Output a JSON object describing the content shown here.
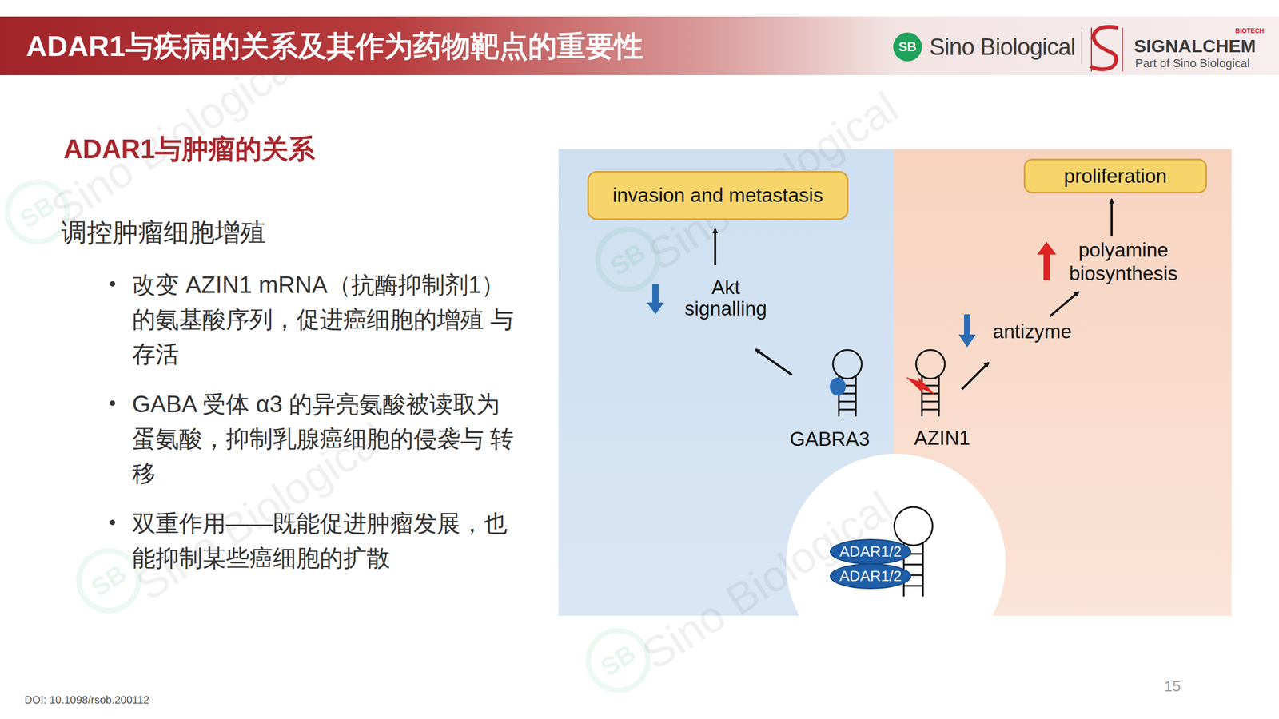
{
  "diagram": {
    "title": "ADAR1与疾病的关系及其作为药物靶点的重要性",
    "nodes": [
      {
        "text": [
          "invasion and metastasis"
        ]
      },
      {
        "text": [
          "proliferation"
        ]
      },
      {
        "text": [
          "ADAR1/2"
        ]
      },
      {
        "text": [
          "ADAR1/2"
        ]
      }
    ],
    "labels": [
      "SB",
      "Sino Biological",
      "BIOTECH",
      "SIGNALCHEM",
      "Part of Sino Biological",
      "ADAR1与肿瘤的关系",
      "调控肿瘤细胞增殖",
      "改变 AZIN1 mRNA（抗酶抑制剂1） 的氨基酸序列，促进癌细胞的增殖 与存活",
      "GABA 受体 α3 的异亮氨酸被读取为 蛋氨酸，抑制乳腺癌细胞的侵袭与 转移",
      "双重作用——既能促进肿瘤发展，也 能抑制某些癌细胞的扩散",
      "Akt signalling",
      "antizyme",
      "polyamine biosynthesis",
      "GABRA3",
      "AZIN1",
      "DOI: 10.1098/rsob.200112",
      "15",
      "SB",
      "Sino Biological",
      "SB",
      "Sino Biological",
      "SB",
      "Sino Biological",
      "SB",
      "Sino Biological"
    ]
  }
}
